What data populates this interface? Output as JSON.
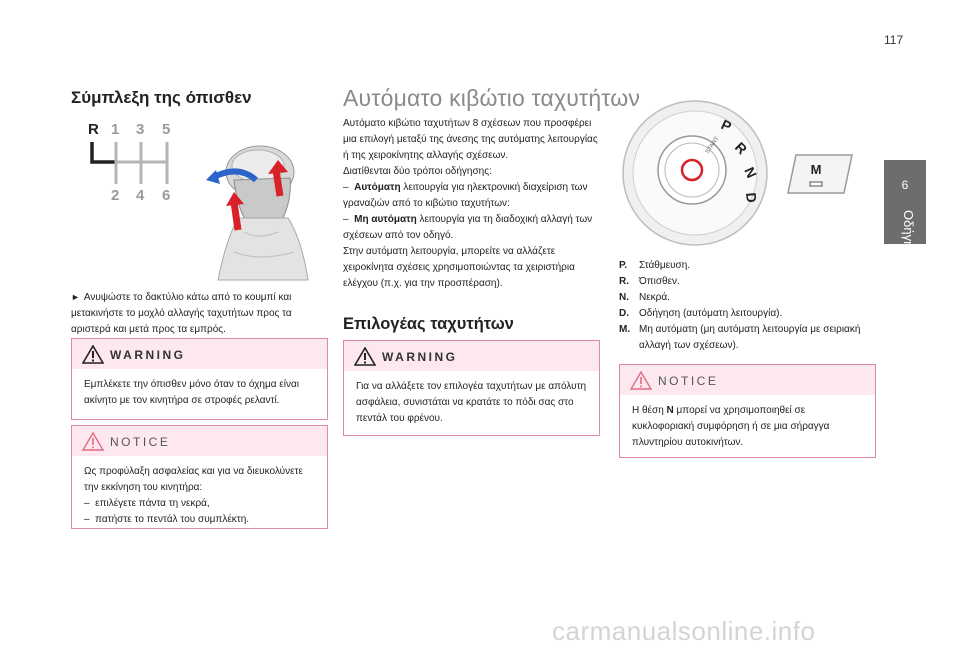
{
  "page_number": "117",
  "side_tab": {
    "number": "6",
    "label": "Οδήγηση"
  },
  "left": {
    "title": "Σύμπλεξη της όπισθεν",
    "gear_pattern": {
      "top": [
        "R",
        "1",
        "3",
        "5"
      ],
      "bottom": [
        "2",
        "4",
        "6"
      ]
    },
    "instruction": "Ανυψώστε το δακτύλιο κάτω από το κουμπί και μετακινήστε το μοχλό αλλαγής ταχυτήτων προς τα αριστερά και μετά προς τα εμπρός.",
    "warning": {
      "title": "WARNING",
      "text": "Εμπλέκετε την όπισθεν μόνο όταν το όχημα είναι ακίνητο με τον κινητήρα σε στροφές ρελαντί."
    },
    "notice": {
      "title": "NOTICE",
      "intro": "Ως προφύλαξη ασφαλείας και για να διευκολύνετε την εκκίνηση του κινητήρα:",
      "items": [
        "επιλέγετε πάντα τη νεκρά,",
        "πατήστε το πεντάλ του συμπλέκτη."
      ]
    }
  },
  "middle": {
    "title": "Αυτόματο κιβώτιο ταχυτήτων",
    "p1": "Αυτόματο κιβώτιο ταχυτήτων 8 σχέσεων που προσφέρει μια επιλογή μεταξύ της άνεσης της αυτόματης λειτουργίας ή της χειροκίνητης αλλαγής σχέσεων.",
    "p2": "Διατίθενται δύο τρόποι οδήγησης:",
    "m1_bold": "Αυτόματη",
    "m1_rest": " λειτουργία για ηλεκτρονική διαχείριση των γραναζιών από το κιβώτιο ταχυτήτων:",
    "m2_bold": "Μη αυτόματη",
    "m2_rest": " λειτουργία για τη διαδοχική αλλαγή των σχέσεων από τον οδηγό.",
    "p3": "Στην αυτόματη λειτουργία, μπορείτε να αλλάζετε χειροκίνητα σχέσεις χρησιμοποιώντας τα χειριστήρια ελέγχου (π.χ. για την προσπέραση).",
    "subtitle": "Επιλογέας ταχυτήτων",
    "warning": {
      "title": "WARNING",
      "text": "Για να αλλάξετε τον επιλογέα ταχυτήτων με απόλυτη ασφάλεια, συνιστάται να κρατάτε το πόδι σας στο πεντάλ του φρένου."
    }
  },
  "right": {
    "dial_letters": [
      "P",
      "R",
      "N",
      "D"
    ],
    "dial_button": "START",
    "m_button": "M",
    "positions": [
      {
        "key": "P.",
        "text": "Στάθμευση."
      },
      {
        "key": "R.",
        "text": "Όπισθεν."
      },
      {
        "key": "N.",
        "text": "Νεκρά."
      },
      {
        "key": "D.",
        "text": "Οδήγηση (αυτόματη λειτουργία)."
      },
      {
        "key": "M.",
        "text": "Μη αυτόματη (μη αυτόματη λειτουργία με σειριακή αλλαγή των σχέσεων)."
      }
    ],
    "notice": {
      "title": "NOTICE",
      "pre": "Η θέση ",
      "bold": "N",
      "post": " μπορεί να χρησιμοποιηθεί σε κυκλοφοριακή συμφόρηση ή σε μια σήραγγα πλυντηρίου αυτοκινήτων."
    }
  },
  "watermark": "carmanualsonline.info",
  "colors": {
    "pink_border": "#e08aa0",
    "pink_fill": "#fce8ee",
    "tab_gray": "#6d6d6d",
    "arrow_blue": "#2a64c8",
    "arrow_red": "#d9212a"
  }
}
